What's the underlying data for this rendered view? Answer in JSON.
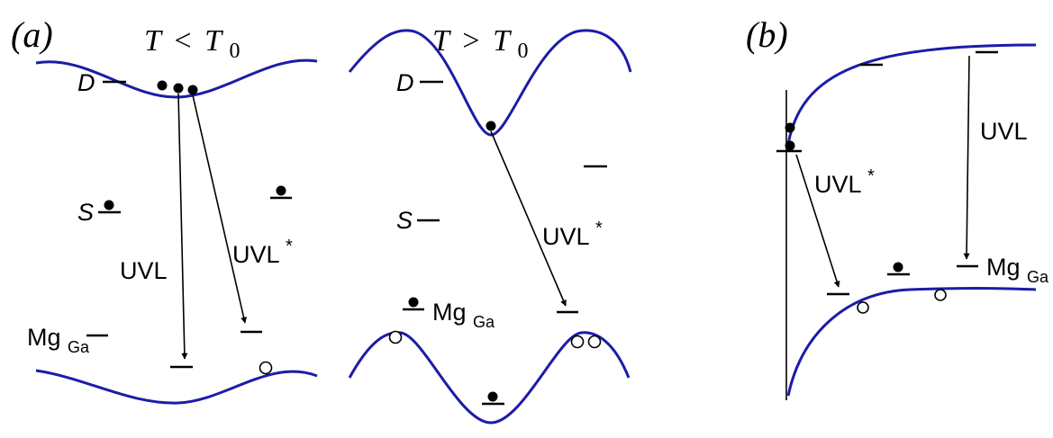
{
  "panel_a": {
    "label": "(a)",
    "cold": {
      "title_T": "T",
      "title_op": "<",
      "title_T0": "T",
      "title_T0_sub": "0",
      "label_D": "D",
      "label_S": "S",
      "label_Mg": "Mg",
      "label_Mg_sub": "Ga",
      "label_UVL": "UVL",
      "label_UVLstar": "UVL",
      "label_star": "*"
    },
    "warm": {
      "title_T": "T",
      "title_op": ">",
      "title_T0": "T",
      "title_T0_sub": "0",
      "label_D": "D",
      "label_S": "S",
      "label_Mg": "Mg",
      "label_Mg_sub": "Ga",
      "label_UVLstar": "UVL",
      "label_star": "*"
    }
  },
  "panel_b": {
    "label": "(b)",
    "label_UVL": "UVL",
    "label_UVLstar": "UVL",
    "label_star": "*",
    "label_Mg": "Mg",
    "label_Mg_sub": "Ga"
  },
  "colors": {
    "band_edge": "#1c1ca8",
    "ink": "#000000"
  },
  "icons": {
    "electron": "filled-dot",
    "hole": "open-circle",
    "transition": "arrow"
  }
}
